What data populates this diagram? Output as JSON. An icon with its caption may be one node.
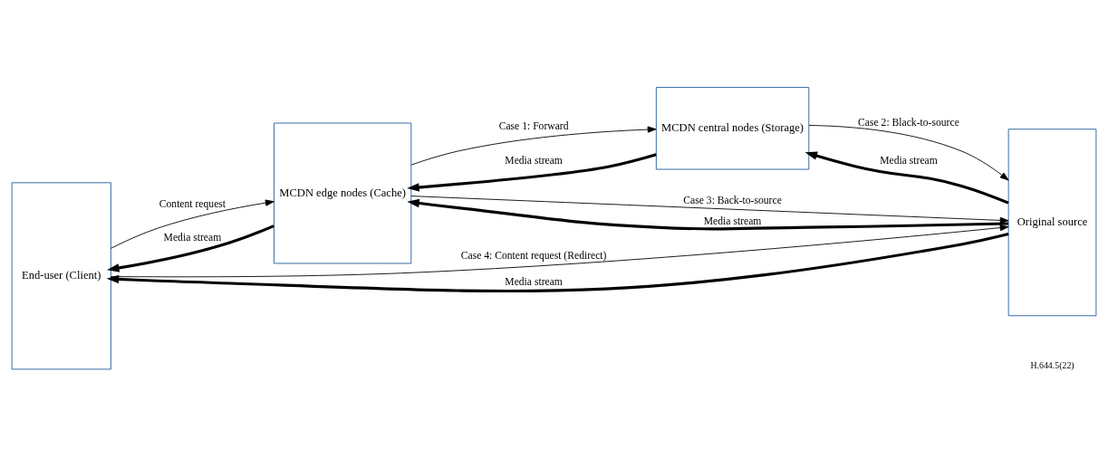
{
  "diagram": {
    "nodes": [
      {
        "text": [
          "End-user (Client)"
        ]
      },
      {
        "text": [
          "MCDN edge nodes (Cache)"
        ]
      },
      {
        "text": [
          "MCDN central nodes (Storage)"
        ]
      },
      {
        "text": [
          "Original source"
        ]
      }
    ],
    "edges": [
      {
        "from": 0,
        "to": 1,
        "arrow": "to",
        "label": "Content request"
      },
      {
        "from": 1,
        "to": 2,
        "arrow": "to",
        "label": "Case 1: Forward"
      },
      {
        "from": 2,
        "to": 1,
        "arrow": "to",
        "label": "Media stream",
        "style": "thick"
      },
      {
        "from": 2,
        "to": 3,
        "arrow": "to",
        "label": "Case 2: Black-to-source"
      },
      {
        "from": 3,
        "to": 2,
        "arrow": "to",
        "label": "Media stream",
        "style": "thick"
      },
      {
        "from": 1,
        "to": 3,
        "arrow": "to",
        "label": "Case 3: Back-to-source"
      },
      {
        "from": 3,
        "to": 1,
        "arrow": "to",
        "label": "Media stream",
        "style": "thick"
      },
      {
        "from": 1,
        "to": 0,
        "arrow": "to",
        "label": "Media stream",
        "style": "thick"
      },
      {
        "from": 0,
        "to": 3,
        "arrow": "to",
        "label": "Case 4: Content request (Redirect)"
      },
      {
        "from": 3,
        "to": 0,
        "arrow": "to",
        "label": "Media stream",
        "style": "thick"
      }
    ],
    "labels": [
      "H.644.5(22)"
    ]
  }
}
